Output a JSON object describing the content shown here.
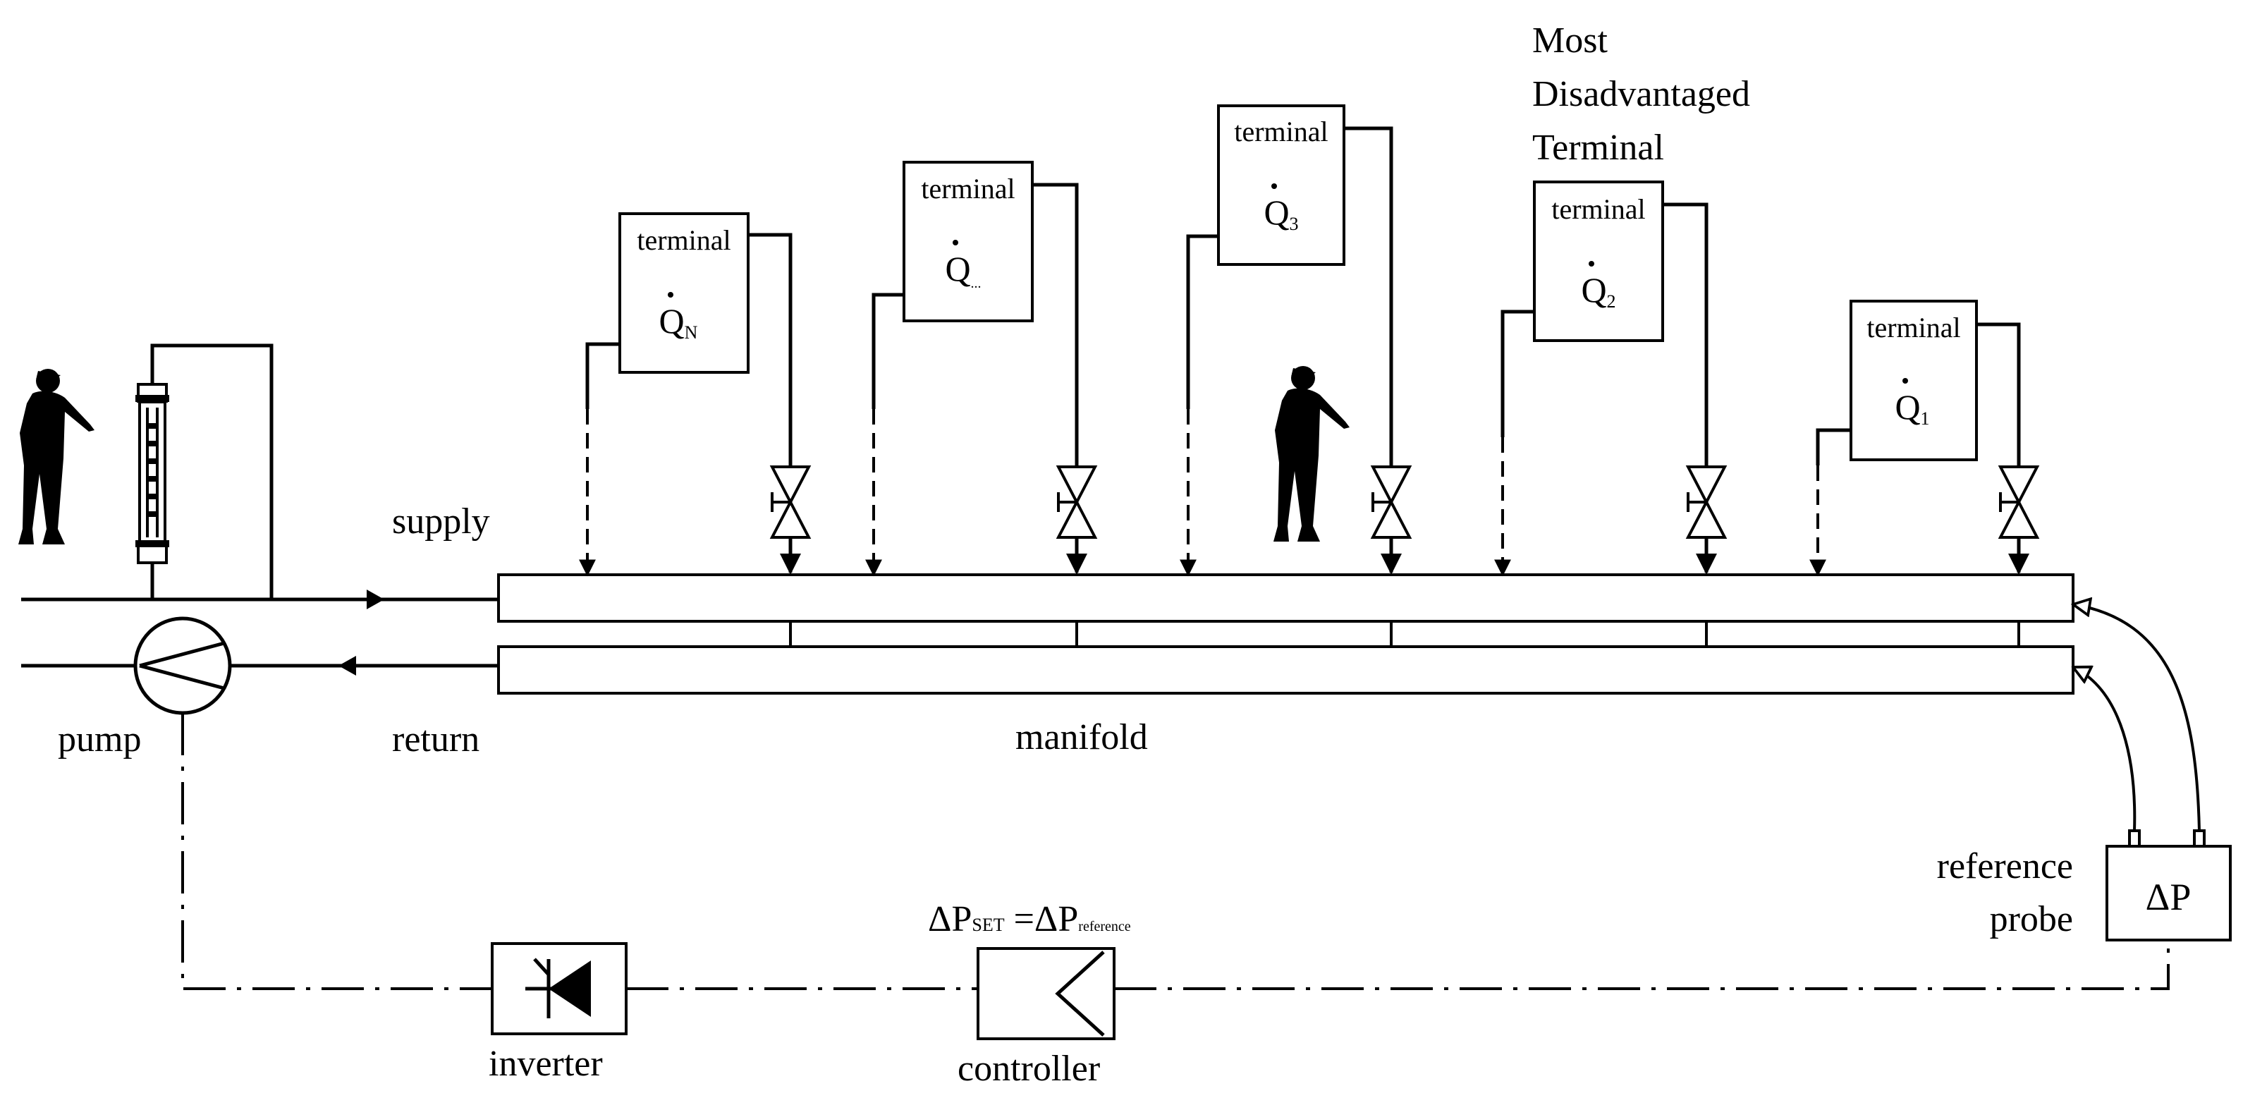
{
  "labels": {
    "supply": "supply",
    "return": "return",
    "pump": "pump",
    "manifold": "manifold",
    "inverter": "inverter",
    "controller": "controller",
    "reference_line1": "reference",
    "reference_line2": "probe",
    "most_line1": "Most",
    "most_line2": "Disadvantaged",
    "most_line3": "Terminal",
    "dp_probe": "ΔP",
    "setpoint_left": "ΔP",
    "setpoint_left_sub": "SET",
    "setpoint_eq": " =",
    "setpoint_right": "ΔP",
    "setpoint_right_sub": "reference"
  },
  "terminals": [
    {
      "label": "terminal",
      "q": "Q",
      "sub": "N"
    },
    {
      "label": "terminal",
      "q": "Q",
      "sub": "..."
    },
    {
      "label": "terminal",
      "q": "Q",
      "sub": "3"
    },
    {
      "label": "terminal",
      "q": "Q",
      "sub": "2"
    },
    {
      "label": "terminal",
      "q": "Q",
      "sub": "1"
    }
  ],
  "icons": {
    "operator": "person-silhouette-icon",
    "flowmeter": "flowmeter-icon",
    "pump": "pump-icon",
    "valve": "valve-icon",
    "inverter": "inverter-icon",
    "controller": "controller-icon"
  },
  "colors": {
    "ink": "#000000",
    "background": "#ffffff"
  }
}
